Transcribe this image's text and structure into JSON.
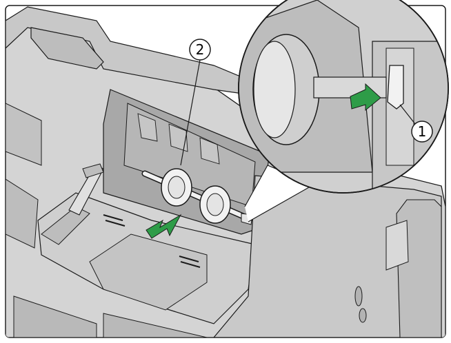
{
  "illustration": {
    "callouts": [
      {
        "id": "latch",
        "label": "1"
      },
      {
        "id": "roller",
        "label": "2"
      }
    ],
    "colors": {
      "body_light": "#d4d4d4",
      "body_mid": "#bdbdbd",
      "body_dark": "#9e9e9e",
      "outline": "#1a1a1a",
      "roller": "#f2f2f2",
      "arrow": "#2e9c48"
    },
    "icons": [
      "removal-arrow-icon",
      "release-arrow-icon",
      "callout-circle-icon"
    ]
  }
}
